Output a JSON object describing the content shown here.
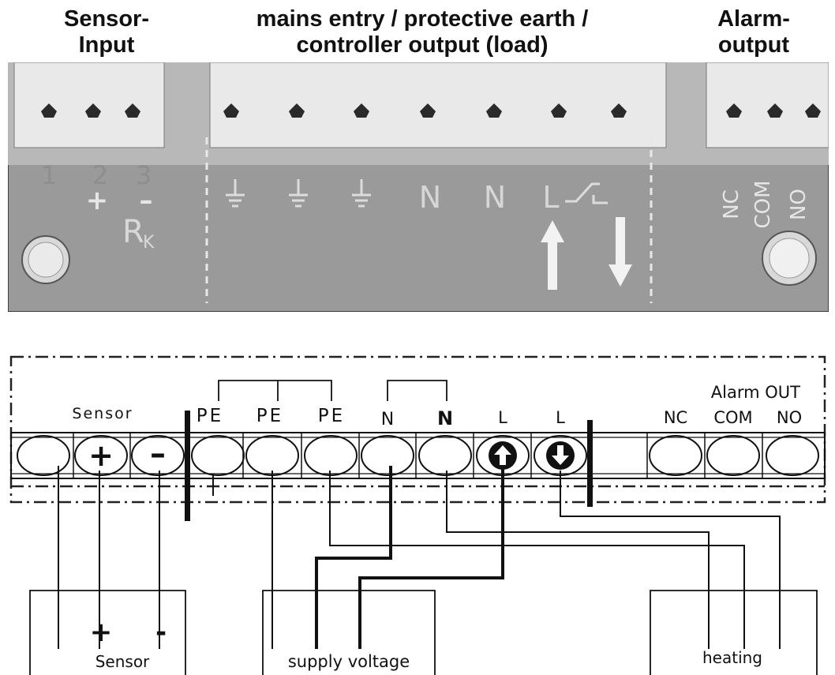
{
  "headers": {
    "sensor_input": [
      "Sensor-",
      "Input"
    ],
    "mains": [
      "mains entry / protective earth /",
      "controller output (load)"
    ],
    "alarm_output": [
      "Alarm-",
      "output"
    ]
  },
  "photo": {
    "sensor_numbers": [
      "1",
      "2",
      "3"
    ],
    "sensor_polarity": [
      "+",
      "–"
    ],
    "rk_label": "R",
    "rk_subscript": "K",
    "mains_labels": [
      "N",
      "N",
      "L"
    ],
    "alarm_labels": [
      "NC",
      "COM",
      "NO"
    ],
    "background_color": "#9a9a9a",
    "terminal_color": "#e8e8e8"
  },
  "diagram": {
    "sensor_group_label": "Sensor",
    "alarm_group_label": "Alarm OUT",
    "terminal_labels": [
      "PE",
      "PE",
      "PE",
      "N",
      "N",
      "L",
      "L"
    ],
    "alarm_terminal_labels": [
      "NC",
      "COM",
      "NO"
    ],
    "sensor_symbols": [
      "+",
      "–"
    ],
    "boxes": {
      "sensor": {
        "label": "Sensor",
        "symbols": [
          "+",
          "-"
        ]
      },
      "supply": {
        "label": "supply voltage"
      },
      "heating": {
        "label": "heating"
      }
    }
  }
}
